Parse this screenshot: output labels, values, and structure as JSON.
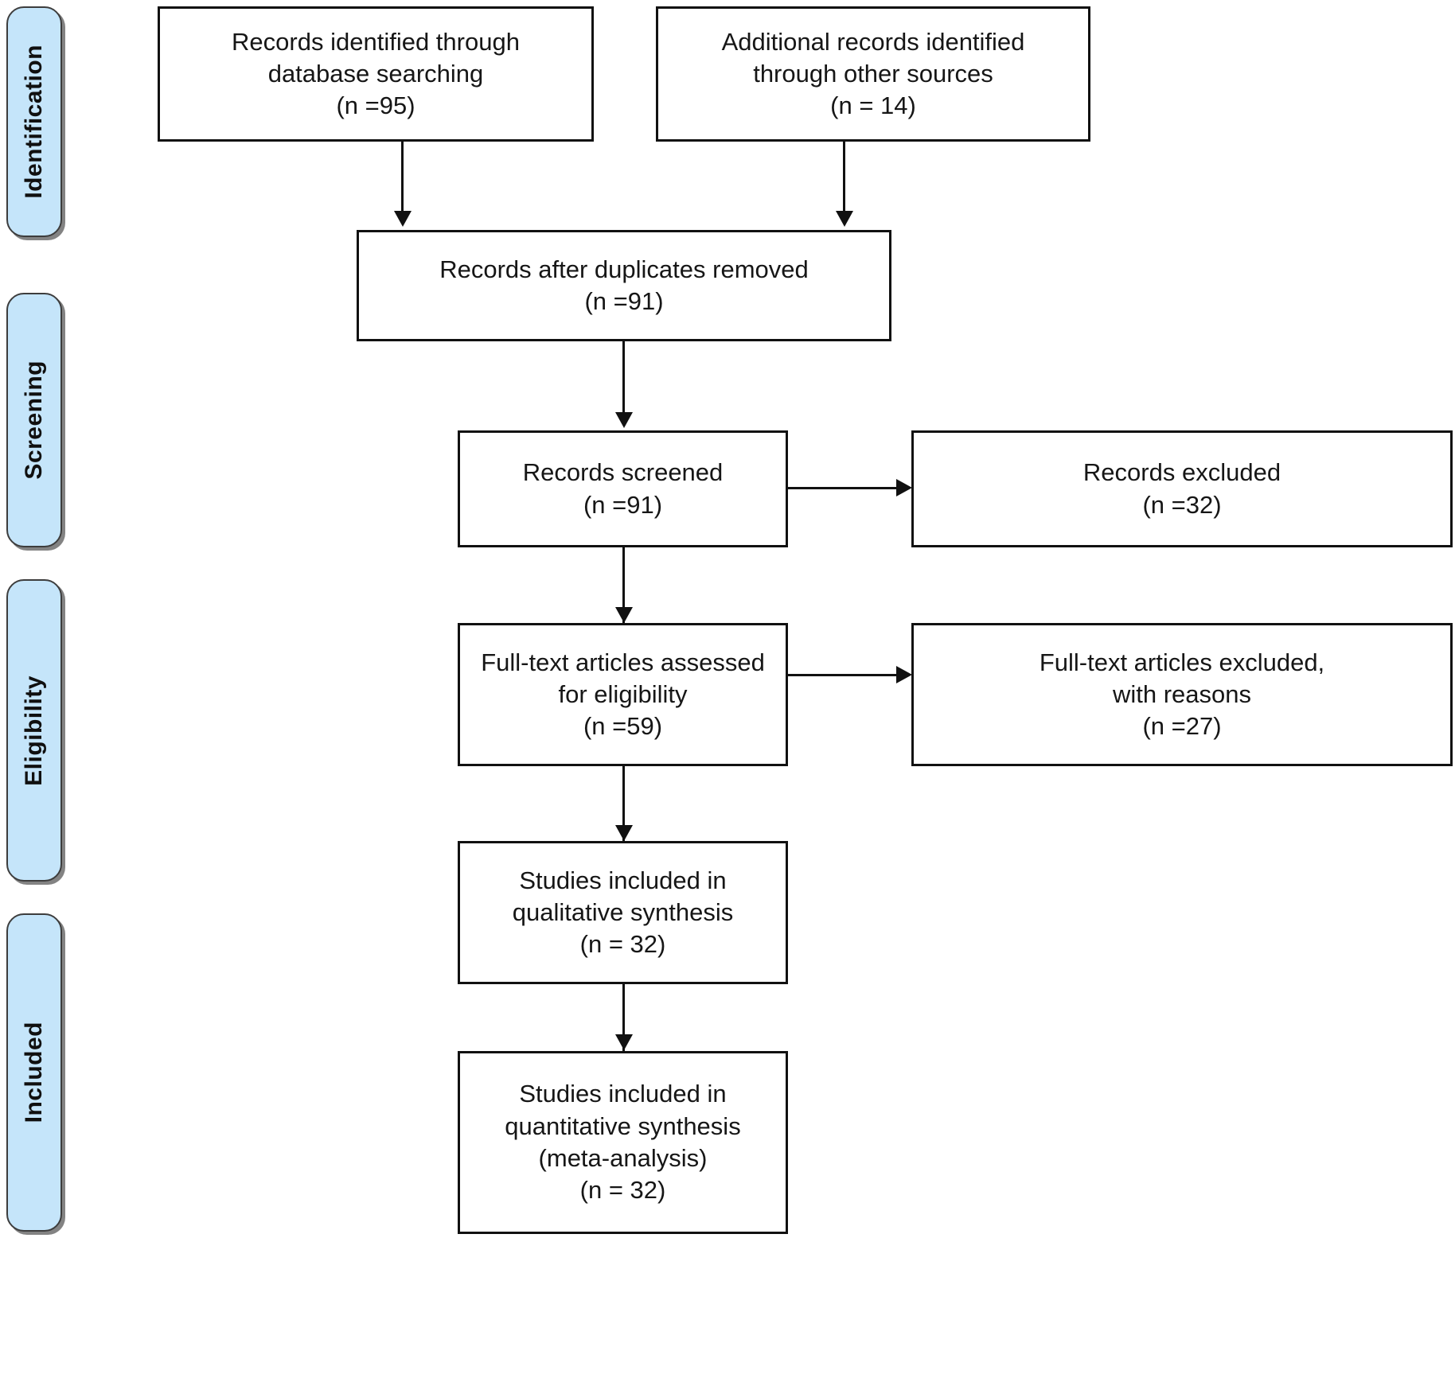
{
  "diagram": {
    "type": "prisma-flow-diagram",
    "stages": [
      {
        "id": "identification",
        "label": "Identification"
      },
      {
        "id": "screening",
        "label": "Screening"
      },
      {
        "id": "eligibility",
        "label": "Eligibility"
      },
      {
        "id": "included",
        "label": "Included"
      }
    ],
    "boxes": {
      "db_search": {
        "line1": "Records identified through",
        "line2": "database searching",
        "line3": "(n =95)"
      },
      "other_sources": {
        "line1": "Additional records identified",
        "line2": "through other sources",
        "line3": "(n = 14)"
      },
      "duplicates_removed": {
        "line1": "Records after duplicates removed",
        "line2": "(n =91)"
      },
      "records_screened": {
        "line1": "Records screened",
        "line2": "(n =91)"
      },
      "records_excluded": {
        "line1": "Records excluded",
        "line2": "(n =32)"
      },
      "fulltext_assessed": {
        "line1": "Full-text articles assessed",
        "line2": "for eligibility",
        "line3": "(n =59)"
      },
      "fulltext_excluded": {
        "line1": "Full-text articles excluded,",
        "line2": "with reasons",
        "line3": "(n =27)"
      },
      "qualitative": {
        "line1": "Studies included in",
        "line2": "qualitative synthesis",
        "line3": "(n = 32)"
      },
      "quantitative": {
        "line1": "Studies included in",
        "line2": "quantitative synthesis",
        "line3": "(meta-analysis)",
        "line4": "(n = 32)"
      }
    },
    "colors": {
      "stage_fill": "#c5e5fa",
      "stage_border": "#3d3d3d",
      "box_border": "#111111",
      "box_fill": "#ffffff",
      "text": "#161616"
    }
  }
}
